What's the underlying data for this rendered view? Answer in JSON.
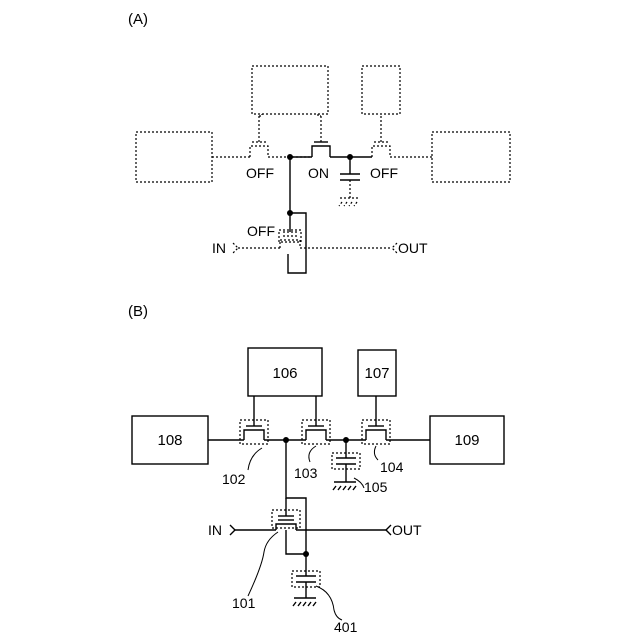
{
  "panel_a": {
    "label": "(A)",
    "left_switch_state": "OFF",
    "middle_switch_state": "ON",
    "right_switch_state": "OFF",
    "bottom_switch_state": "OFF",
    "in_label": "IN",
    "out_label": "OUT"
  },
  "panel_b": {
    "label": "(B)",
    "box_106": "106",
    "box_107": "107",
    "box_108": "108",
    "box_109": "109",
    "ref_102": "102",
    "ref_103": "103",
    "ref_104": "104",
    "ref_105": "105",
    "ref_101": "101",
    "ref_401": "401",
    "in_label": "IN",
    "out_label": "OUT"
  }
}
